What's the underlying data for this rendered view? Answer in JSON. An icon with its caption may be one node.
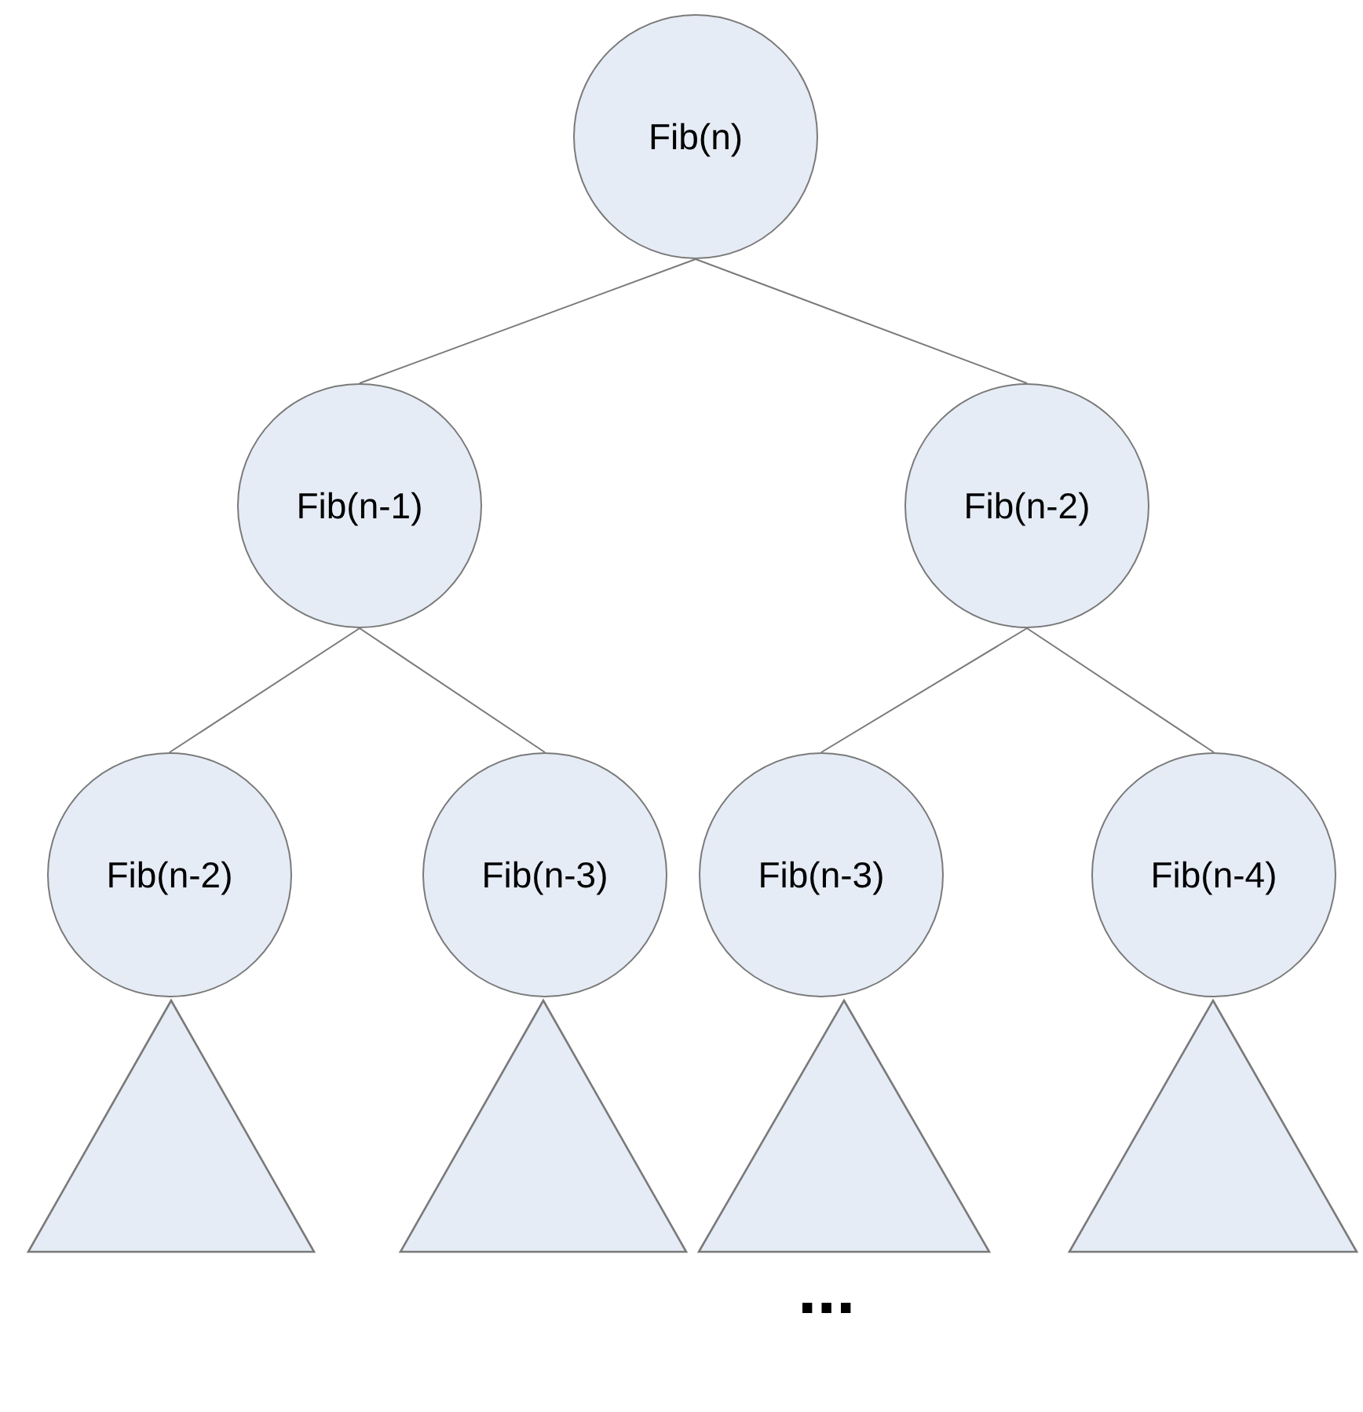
{
  "diagram": {
    "nodes": [
      {
        "text": [
          "Fib(n)"
        ]
      },
      {
        "text": [
          "Fib(n-1)"
        ]
      },
      {
        "text": [
          "Fib(n-2)"
        ]
      },
      {
        "text": [
          "Fib(n-2)"
        ]
      },
      {
        "text": [
          "Fib(n-3)"
        ]
      },
      {
        "text": [
          "Fib(n-3)"
        ]
      },
      {
        "text": [
          "Fib(n-4)"
        ]
      },
      {
        "text": [],
        "shape": "triangle"
      },
      {
        "text": [],
        "shape": "triangle"
      },
      {
        "text": [],
        "shape": "triangle"
      },
      {
        "text": [],
        "shape": "triangle"
      }
    ],
    "edges": [
      {
        "from": 0,
        "to": 1,
        "arrow": "none"
      },
      {
        "from": 0,
        "to": 2,
        "arrow": "none"
      },
      {
        "from": 1,
        "to": 3,
        "arrow": "none"
      },
      {
        "from": 1,
        "to": 4,
        "arrow": "none"
      },
      {
        "from": 2,
        "to": 5,
        "arrow": "none"
      },
      {
        "from": 2,
        "to": 6,
        "arrow": "none"
      }
    ],
    "labels": [
      "..."
    ]
  }
}
